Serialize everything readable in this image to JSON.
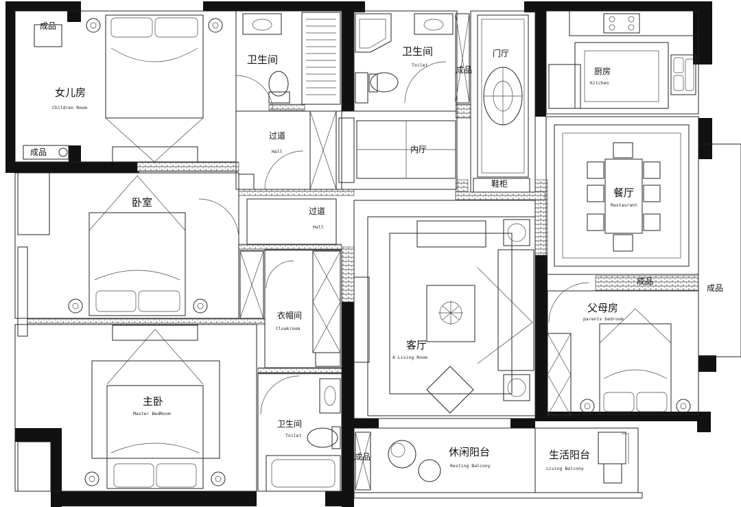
{
  "rooms": {
    "children_room": {
      "cn": "女儿房",
      "en": "Children Room"
    },
    "bathroom_1": {
      "cn": "卫生间"
    },
    "bathroom_2": {
      "cn": "卫生间",
      "en": "Toilet"
    },
    "bathroom_3": {
      "cn": "卫生间",
      "en": "Toilet"
    },
    "foyer": {
      "cn": "门厅"
    },
    "kitchen": {
      "cn": "厨房",
      "en": "Kitchen"
    },
    "hall_1": {
      "cn": "过道",
      "en": "Hall"
    },
    "hall_2": {
      "cn": "过道",
      "en": "Hall"
    },
    "inner_hall": {
      "cn": "内厅"
    },
    "bedroom": {
      "cn": "卧室"
    },
    "dining": {
      "cn": "餐厅",
      "en": "Restaurant"
    },
    "cloakroom": {
      "cn": "衣帽间",
      "en": "Cloakroom"
    },
    "living": {
      "cn": "客厅",
      "en": "A Living Room"
    },
    "parents_room": {
      "cn": "父母房",
      "en": "parents bedroom"
    },
    "master_bedroom": {
      "cn": "主卧",
      "en": "Master BedRoom"
    },
    "leisure_balcony": {
      "cn": "休闲阳台",
      "en": "Resting Balcony"
    },
    "living_balcony": {
      "cn": "生活阳台",
      "en": "Living Balcony"
    }
  },
  "fixtures": {
    "wardrobe_1": "成品",
    "wardrobe_2": "成品",
    "wardrobe_3": "成品",
    "wardrobe_4": "成品",
    "wardrobe_5": "成品",
    "wardrobe_6": "成品",
    "shoe_cabinet": "鞋柜"
  },
  "colors": {
    "line": "#222222",
    "wall": "#111111",
    "background": "#ffffff"
  }
}
